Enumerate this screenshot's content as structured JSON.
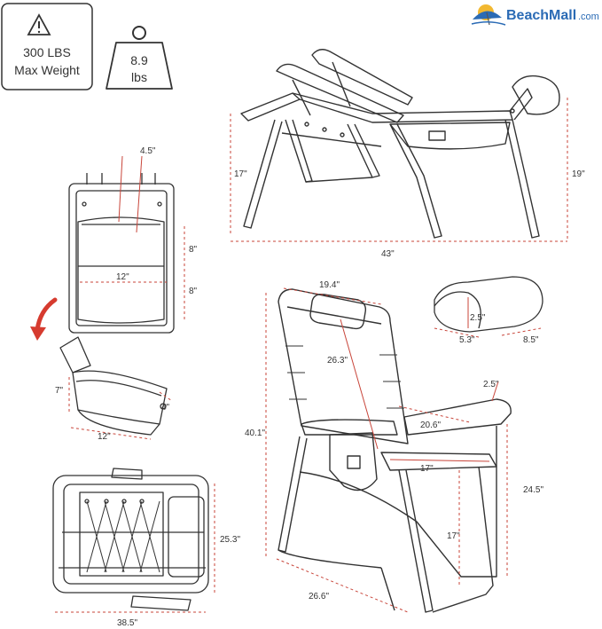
{
  "brand": {
    "name": "BeachMall",
    "tld": ".com"
  },
  "weight_badge": {
    "line1": "300 LBS",
    "line2": "Max Weight"
  },
  "chair_weight": {
    "value": "8.9",
    "unit": "lbs"
  },
  "dimensions": {
    "reclined_height_front": "17\"",
    "reclined_height_back": "19\"",
    "reclined_length": "43\"",
    "pouch_top_depth": "4.5\"",
    "pouch_width": "12\"",
    "pouch_height_upper": "8\"",
    "pouch_height_lower": "8\"",
    "cooler_height": "7\"",
    "cooler_depth": "4\"",
    "cooler_width": "12\"",
    "folded_height": "25.3\"",
    "folded_width": "38.5\"",
    "seat_back_width": "19.4\"",
    "backrest_height": "26.3\"",
    "total_height": "40.1\"",
    "armrest_thickness": "2.5\"",
    "armrest_length": "20.6\"",
    "seat_depth": "17\"",
    "arm_height": "24.5\"",
    "seat_height": "17\"",
    "base_width": "26.6\"",
    "pillow_height": "2.5\"",
    "pillow_depth": "5.3\"",
    "pillow_width": "8.5\""
  },
  "colors": {
    "dim_red": "#c8453a",
    "line": "#333333",
    "brand_blue": "#2b6bb5",
    "sun": "#f2b830"
  }
}
